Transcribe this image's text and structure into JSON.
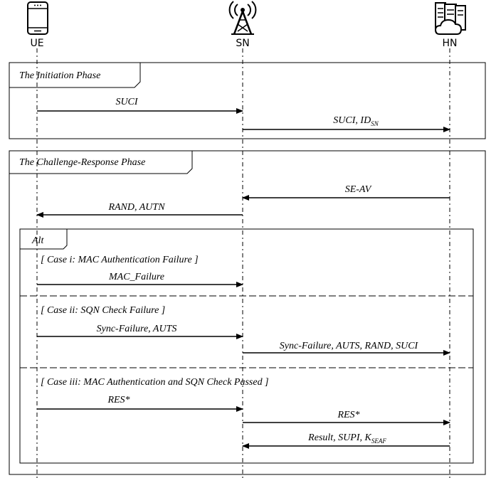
{
  "actors": {
    "ue": "UE",
    "sn": "SN",
    "hn": "HN",
    "ue_icon": "smartphone-icon",
    "sn_icon": "cell-tower-icon",
    "hn_icon": "cloud-server-icon"
  },
  "phases": {
    "initiation": "The Initiation Phase",
    "challenge": "The Challenge-Response Phase"
  },
  "alt": {
    "label": "Alt",
    "case1": "[ Case i: MAC Authentication Failure ]",
    "case2": "[ Case ii: SQN Check Failure ]",
    "case3": "[ Case iii: MAC Authentication and SQN Check Passed ]"
  },
  "messages": {
    "m1": "SUCI",
    "m2_main": "SUCI, ID",
    "m2_sub": "SN",
    "m3": "SE-AV",
    "m4": "RAND, AUTN",
    "m5": "MAC_Failure",
    "m6": "Sync-Failure, AUTS",
    "m7": "Sync-Failure, AUTS, RAND, SUCI",
    "m8": "RES*",
    "m9": "RES*",
    "m10_main": "Result, SUPI, K",
    "m10_sub": "SEAF"
  }
}
